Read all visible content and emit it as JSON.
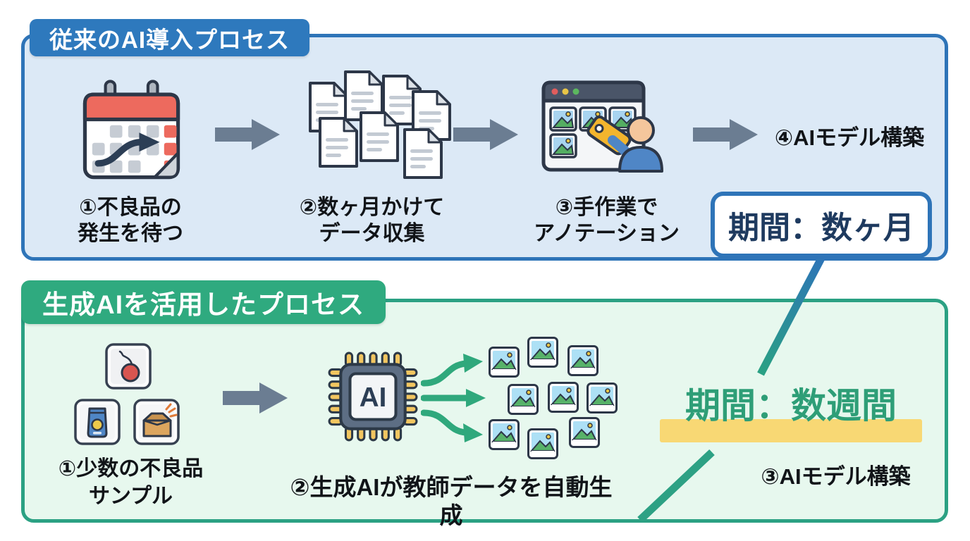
{
  "diagram_title": "AI導入プロセス比較",
  "colors": {
    "blue_border": "#2e74b8",
    "blue_badge_bg": "#2e79bd",
    "blue_section_bg": "#dce9f6",
    "green_border": "#2ba183",
    "green_badge_bg": "#2faa7f",
    "green_section_bg": "#e7f8ee",
    "flow_arrow_gray": "#6b7d92",
    "generate_arrow_green": "#2fa87c",
    "duration_navy_text": "#1e3a5f",
    "duration_green_text": "#2e9e77",
    "highlight_yellow": "#f8d874"
  },
  "traditional": {
    "title": "従来のAI導入プロセス",
    "steps": [
      {
        "label": "①不良品の\n発生を待つ",
        "icon": "calendar-icon"
      },
      {
        "label": "②数ヶ月かけて\nデータ収集",
        "icon": "documents-stack-icon"
      },
      {
        "label": "③手作業で\nアノテーション",
        "icon": "annotation-tool-icon"
      },
      {
        "label": "④AIモデル構築",
        "icon": null
      }
    ],
    "duration_label": "期間：数ヶ月"
  },
  "generative": {
    "title": "生成AIを活用したプロセス",
    "steps": [
      {
        "label": "①少数の不良品\nサンプル",
        "icon": "defect-samples-icons"
      },
      {
        "label": "②生成AIが教師データを自動生成",
        "icon": "ai-chip-icon"
      },
      {
        "label": "③AIモデル構築",
        "icon": null
      }
    ],
    "duration_label": "期間：数週間"
  },
  "icons": [
    "calendar-icon",
    "documents-stack-icon",
    "annotation-tool-icon",
    "flow-arrow-icon",
    "cherry-sample-icon",
    "bag-sample-icon",
    "box-sample-icon",
    "ai-chip-icon",
    "generate-fanout-arrows-icon",
    "generated-images-icon",
    "duration-connector-line"
  ]
}
